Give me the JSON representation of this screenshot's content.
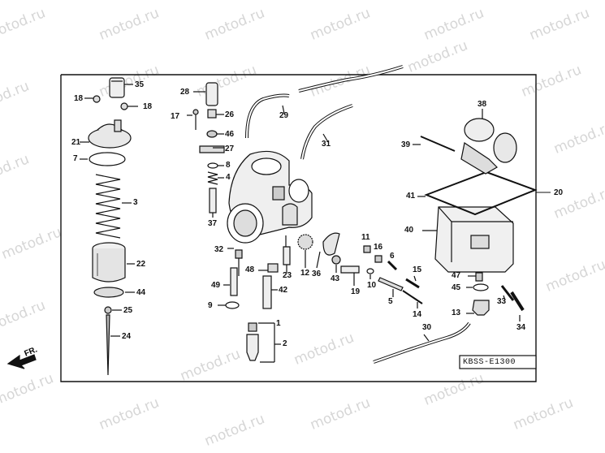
{
  "watermark_text": "motod.ru",
  "diagram_code": "KBSS-E1300",
  "front_label": "FR.",
  "callouts": [
    {
      "key": "c35",
      "text": "35"
    },
    {
      "key": "c18a",
      "text": "18"
    },
    {
      "key": "c18b",
      "text": "18"
    },
    {
      "key": "c21",
      "text": "21"
    },
    {
      "key": "c7",
      "text": "7"
    },
    {
      "key": "c3",
      "text": "3"
    },
    {
      "key": "c22",
      "text": "22"
    },
    {
      "key": "c44",
      "text": "44"
    },
    {
      "key": "c25",
      "text": "25"
    },
    {
      "key": "c24",
      "text": "24"
    },
    {
      "key": "c28",
      "text": "28"
    },
    {
      "key": "c17",
      "text": "17"
    },
    {
      "key": "c26",
      "text": "26"
    },
    {
      "key": "c46",
      "text": "46"
    },
    {
      "key": "c27",
      "text": "27"
    },
    {
      "key": "c8",
      "text": "8"
    },
    {
      "key": "c4",
      "text": "4"
    },
    {
      "key": "c37",
      "text": "37"
    },
    {
      "key": "c29",
      "text": "29"
    },
    {
      "key": "c31",
      "text": "31"
    },
    {
      "key": "c32",
      "text": "32"
    },
    {
      "key": "c48",
      "text": "48"
    },
    {
      "key": "c23",
      "text": "23"
    },
    {
      "key": "c49",
      "text": "49"
    },
    {
      "key": "c42",
      "text": "42"
    },
    {
      "key": "c9",
      "text": "9"
    },
    {
      "key": "c1",
      "text": "1"
    },
    {
      "key": "c2",
      "text": "2"
    },
    {
      "key": "c12",
      "text": "12"
    },
    {
      "key": "c36",
      "text": "36"
    },
    {
      "key": "c43",
      "text": "43"
    },
    {
      "key": "c11",
      "text": "11"
    },
    {
      "key": "c16",
      "text": "16"
    },
    {
      "key": "c6",
      "text": "6"
    },
    {
      "key": "c19",
      "text": "19"
    },
    {
      "key": "c10",
      "text": "10"
    },
    {
      "key": "c15",
      "text": "15"
    },
    {
      "key": "c5",
      "text": "5"
    },
    {
      "key": "c14",
      "text": "14"
    },
    {
      "key": "c38",
      "text": "38"
    },
    {
      "key": "c39",
      "text": "39"
    },
    {
      "key": "c41",
      "text": "41"
    },
    {
      "key": "c40",
      "text": "40"
    },
    {
      "key": "c20",
      "text": "20"
    },
    {
      "key": "c47",
      "text": "47"
    },
    {
      "key": "c45",
      "text": "45"
    },
    {
      "key": "c13",
      "text": "13"
    },
    {
      "key": "c33",
      "text": "33"
    },
    {
      "key": "c34",
      "text": "34"
    },
    {
      "key": "c30",
      "text": "30"
    }
  ]
}
